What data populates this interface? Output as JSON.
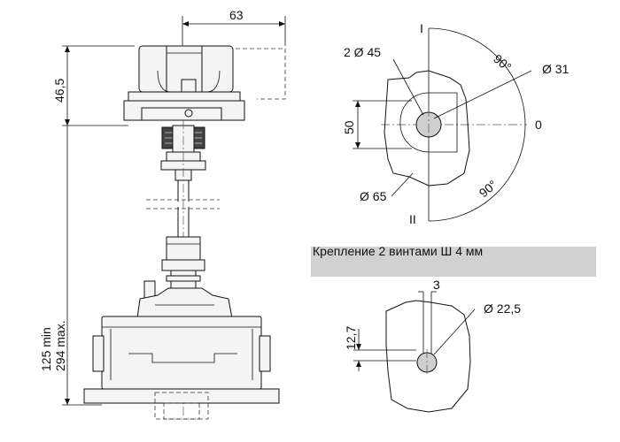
{
  "note": "Крепление 2 винтами Ш 4 мм",
  "dims": {
    "width_top": "63",
    "height_head": "46,5",
    "length_min": "125 min",
    "length_max": "294 max.",
    "d_two_45": "2 Ø  45",
    "d_31": "Ø 31",
    "h_50": "50",
    "d_65": "Ø 65",
    "angle_top": "90°",
    "angle_bottom": "90°",
    "pos_I": "I",
    "pos_0": "0",
    "pos_II": "II",
    "w_3": "3",
    "h_127": "12,7",
    "d_225": "Ø  22,5"
  }
}
